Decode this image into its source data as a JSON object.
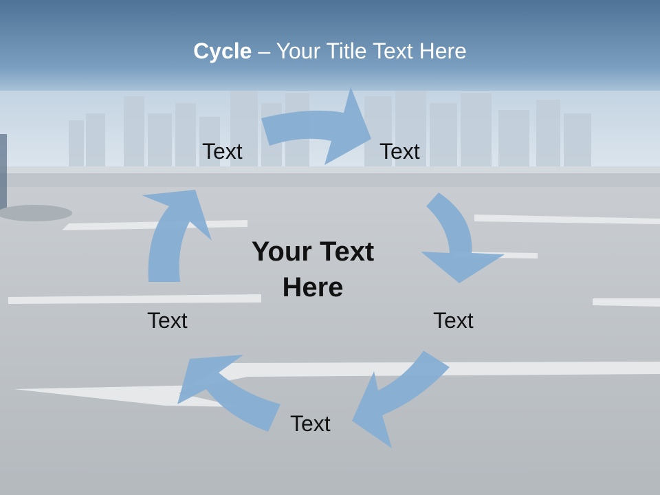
{
  "title": {
    "bold": "Cycle",
    "rest": " – Your Title Text Here"
  },
  "center_text_lines": [
    "Your Text",
    "Here"
  ],
  "nodes": [
    {
      "label": "Text"
    },
    {
      "label": "Text"
    },
    {
      "label": "Text"
    },
    {
      "label": "Text"
    },
    {
      "label": "Text"
    }
  ],
  "colors": {
    "header_top": "#4f7396",
    "header_bottom": "#86a9c9",
    "arrow_fill": "#86aed3",
    "road": "#b9bec3",
    "text": "#111111"
  }
}
